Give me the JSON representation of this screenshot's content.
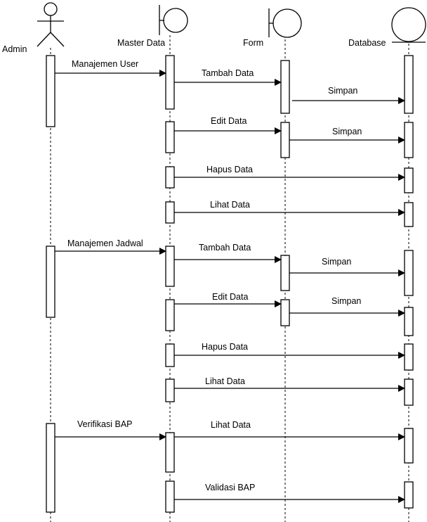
{
  "diagram": {
    "participants": [
      {
        "id": "admin",
        "label": "Admin",
        "kind": "actor"
      },
      {
        "id": "master",
        "label": "Master Data",
        "kind": "boundary"
      },
      {
        "id": "form",
        "label": "Form",
        "kind": "boundary"
      },
      {
        "id": "db",
        "label": "Database",
        "kind": "entity"
      }
    ],
    "messages": [
      {
        "from": "admin",
        "to": "master",
        "label": "Manajemen User"
      },
      {
        "from": "master",
        "to": "form",
        "label": "Tambah Data"
      },
      {
        "from": "form",
        "to": "db",
        "label": "Simpan"
      },
      {
        "from": "master",
        "to": "form",
        "label": "Edit Data"
      },
      {
        "from": "form",
        "to": "db",
        "label": "Simpan"
      },
      {
        "from": "master",
        "to": "db",
        "label": "Hapus Data"
      },
      {
        "from": "master",
        "to": "db",
        "label": "Lihat Data"
      },
      {
        "from": "admin",
        "to": "master",
        "label": "Manajemen Jadwal"
      },
      {
        "from": "master",
        "to": "form",
        "label": "Tambah Data"
      },
      {
        "from": "form",
        "to": "db",
        "label": "Simpan"
      },
      {
        "from": "master",
        "to": "form",
        "label": "Edit Data"
      },
      {
        "from": "form",
        "to": "db",
        "label": "Simpan"
      },
      {
        "from": "master",
        "to": "db",
        "label": "Hapus Data"
      },
      {
        "from": "master",
        "to": "db",
        "label": "Lihat Data"
      },
      {
        "from": "admin",
        "to": "master",
        "label": "Verifikasi BAP"
      },
      {
        "from": "master",
        "to": "db",
        "label": "Lihat Data"
      },
      {
        "from": "master",
        "to": "db",
        "label": "Validasi BAP"
      }
    ]
  }
}
